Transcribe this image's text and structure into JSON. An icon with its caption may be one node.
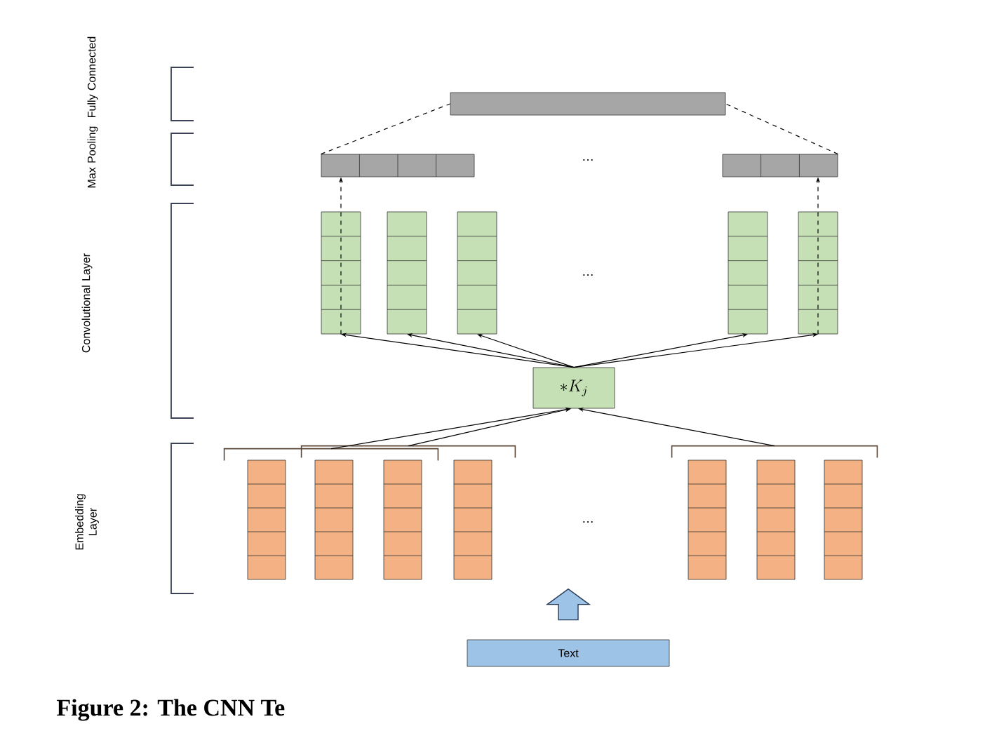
{
  "diagram": {
    "caption": "Figure 2: The CNN Te",
    "nodes": [
      {
        "text": [],
        "shape": "bar"
      },
      {
        "text": [],
        "shape": "bar"
      },
      {
        "text": [],
        "shape": "bar"
      },
      {
        "text": [],
        "shape": "bar"
      },
      {
        "text": [],
        "shape": "bar"
      },
      {
        "text": [],
        "shape": "bar"
      },
      {
        "text": [],
        "shape": "bar"
      },
      {
        "text": [],
        "shape": "bar"
      },
      {
        "text": [
          "* K_j"
        ]
      },
      {
        "text": [],
        "shape": "bracket"
      },
      {
        "text": [],
        "shape": "bracket"
      },
      {
        "text": [],
        "shape": "bracket"
      },
      {
        "text": [],
        "shape": "bar"
      },
      {
        "text": [],
        "shape": "bar"
      },
      {
        "text": [],
        "shape": "bar"
      },
      {
        "text": [],
        "shape": "bar"
      },
      {
        "text": [],
        "shape": "bar"
      },
      {
        "text": [],
        "shape": "bar"
      },
      {
        "text": [],
        "shape": "bar"
      },
      {
        "text": [
          "Text"
        ]
      }
    ],
    "edges": [
      {
        "from": 1,
        "to": 0,
        "arrow": "none",
        "style": "dashed"
      },
      {
        "from": 2,
        "to": 0,
        "arrow": "none",
        "style": "dashed"
      },
      {
        "from": 3,
        "to": 1,
        "arrow": "to",
        "style": "dashed"
      },
      {
        "from": 7,
        "to": 2,
        "arrow": "to",
        "style": "dashed"
      },
      {
        "from": 8,
        "to": 3,
        "arrow": "to"
      },
      {
        "from": 8,
        "to": 4,
        "arrow": "to"
      },
      {
        "from": 8,
        "to": 5,
        "arrow": "to"
      },
      {
        "from": 8,
        "to": 6,
        "arrow": "to"
      },
      {
        "from": 8,
        "to": 7,
        "arrow": "to"
      },
      {
        "from": 9,
        "to": 8,
        "arrow": "to"
      },
      {
        "from": 10,
        "to": 8,
        "arrow": "to"
      },
      {
        "from": 11,
        "to": 8,
        "arrow": "to"
      },
      {
        "from": 19,
        "to": null,
        "arrow": "to",
        "color": "#9dc3e6"
      }
    ],
    "labels": [
      "Fully Connected",
      "Max Pooling",
      "…",
      "Convolutional Layer",
      "…",
      "Embedding Layer",
      "…"
    ]
  }
}
